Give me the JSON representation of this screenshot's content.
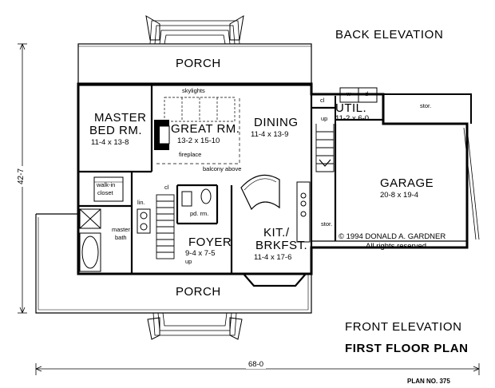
{
  "elevations": {
    "back": "BACK ELEVATION",
    "front": "FRONT ELEVATION"
  },
  "plan_title": "FIRST FLOOR PLAN",
  "plan_number": "PLAN NO. 375",
  "copyright": {
    "line1": "© 1994 DONALD A. GARDNER",
    "line2": "All rights reserved"
  },
  "overall_dims": {
    "width": "68-0",
    "depth": "42-7"
  },
  "porches": {
    "back": "PORCH",
    "front": "PORCH"
  },
  "rooms": {
    "master": {
      "name_line1": "MASTER",
      "name_line2": "BED RM.",
      "dim": "11-4 x 13-8"
    },
    "great": {
      "name": "GREAT RM.",
      "dim": "13-2 x 15-10"
    },
    "dining": {
      "name": "DINING",
      "dim": "11-4 x 13-9"
    },
    "util": {
      "name": "UTIL.",
      "dim": "11-2 x 6-0"
    },
    "garage": {
      "name": "GARAGE",
      "dim": "20-8 x 19-4"
    },
    "foyer": {
      "name": "FOYER",
      "dim": "9-4 x 7-5"
    },
    "kitchen": {
      "name_line1": "KIT./",
      "name_line2": "BRKFST.",
      "dim": "11-4 x 17-6"
    }
  },
  "labels": {
    "skylights": "skylights",
    "fireplace": "fireplace",
    "balcony": "balcony above",
    "walkin1": "walk-in",
    "walkin2": "closet",
    "masterbath1": "master",
    "masterbath2": "bath",
    "lin": "lin.",
    "cl_stair": "cl",
    "pd_rm": "pd. rm.",
    "up_foyer": "up",
    "up_util": "up",
    "cl_util": "cl",
    "washer": "w",
    "dryer": "d",
    "stor_top": "stor.",
    "stor_garage": "stor."
  }
}
